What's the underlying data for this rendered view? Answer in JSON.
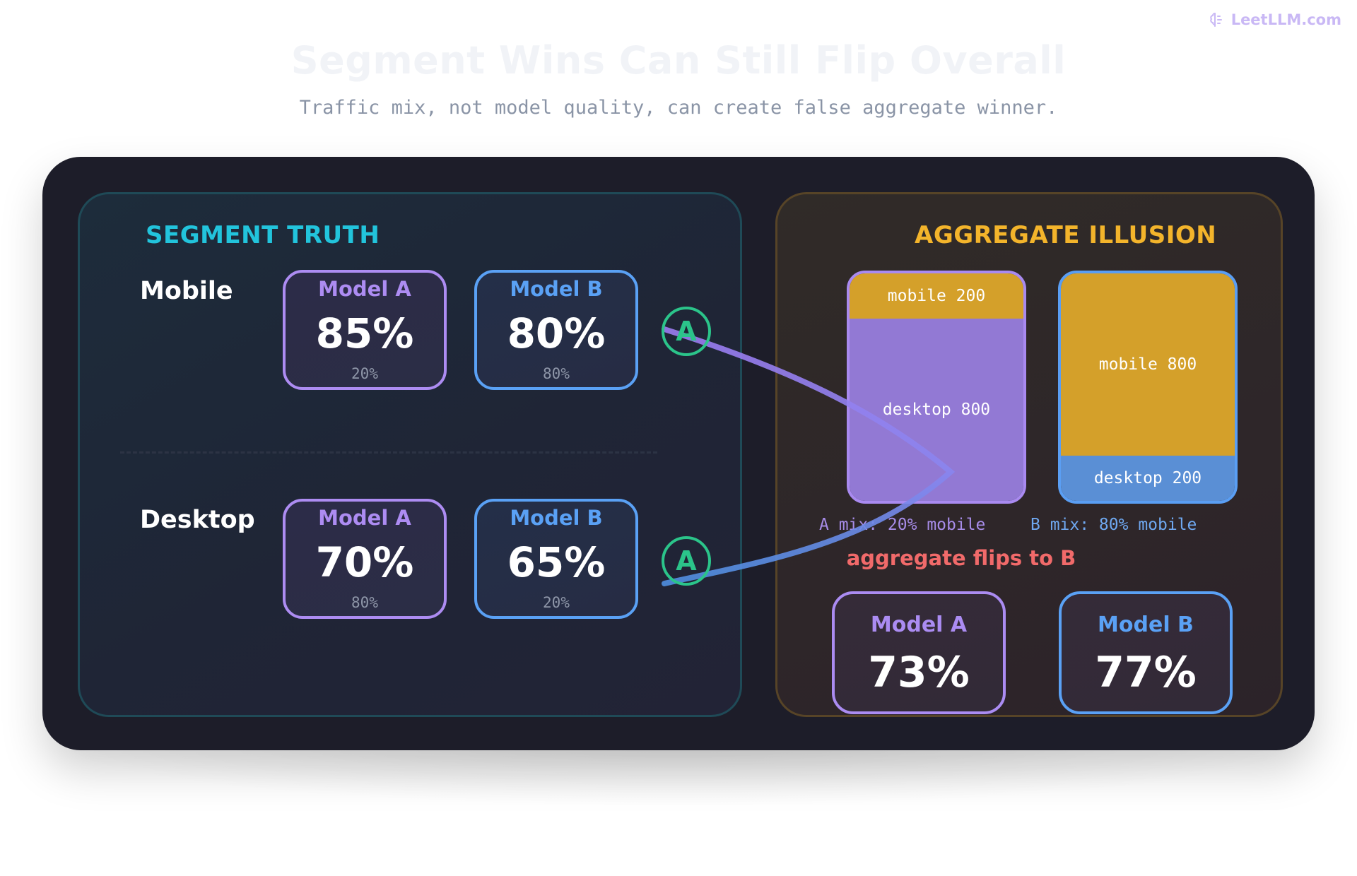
{
  "brand": {
    "name": "LeetLLM.com",
    "icon": "brain-icon"
  },
  "header": {
    "title": "Segment Wins Can Still Flip Overall",
    "subtitle": "Traffic mix, not model quality, can create false aggregate winner."
  },
  "segment_truth": {
    "title": "SEGMENT TRUTH",
    "rows": [
      {
        "label": "Mobile",
        "model_a": {
          "name": "Model A",
          "value": "85%",
          "share": "20%"
        },
        "model_b": {
          "name": "Model B",
          "value": "80%",
          "share": "80%"
        },
        "winner": "A"
      },
      {
        "label": "Desktop",
        "model_a": {
          "name": "Model A",
          "value": "70%",
          "share": "80%"
        },
        "model_b": {
          "name": "Model B",
          "value": "65%",
          "share": "20%"
        },
        "winner": "A"
      }
    ]
  },
  "aggregate": {
    "title": "AGGREGATE ILLUSION",
    "stack_a": {
      "mobile_label": "mobile 200",
      "desktop_label": "desktop 800",
      "mobile": 200,
      "desktop": 800,
      "mix": "A mix: 20% mobile"
    },
    "stack_b": {
      "mobile_label": "mobile 800",
      "desktop_label": "desktop 200",
      "mobile": 800,
      "desktop": 200,
      "mix": "B mix: 80% mobile"
    },
    "flip_text": "aggregate flips to B",
    "result_a": {
      "name": "Model A",
      "value": "73%"
    },
    "result_b": {
      "name": "Model B",
      "value": "77%"
    }
  },
  "colors": {
    "model_a": "#ad8cf2",
    "model_b": "#5aa1f5",
    "winner": "#2bc48a",
    "mobile_segment": "#d4a02a",
    "flip": "#f16a6a"
  }
}
